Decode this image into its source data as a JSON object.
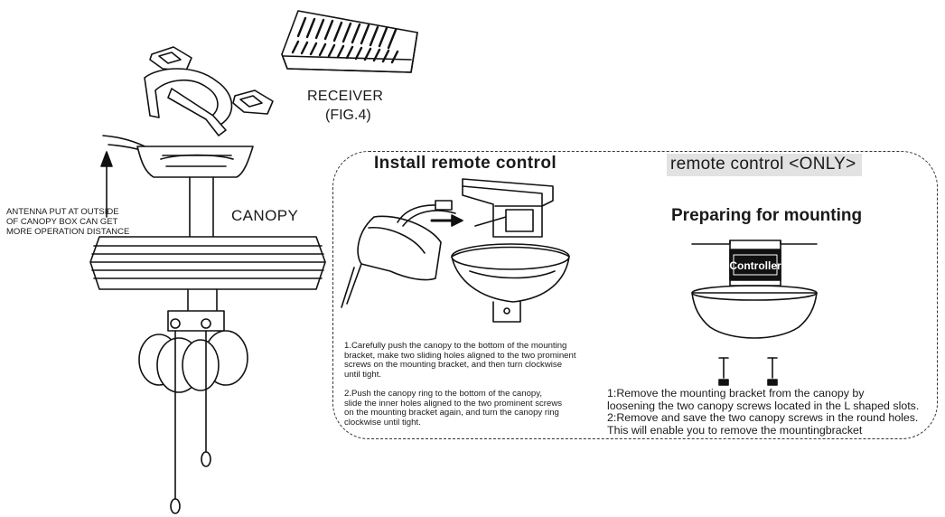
{
  "labels": {
    "receiver": "RECEIVER",
    "fig": "(FIG.4)",
    "canopy": "CANOPY",
    "antenna_note": "ANTENNA PUT  AT OUTSIDE OF CANOPY BOX CAN GET MORE OPERATION DISTANCE"
  },
  "install": {
    "title": "Install remote control",
    "step1": "1.Carefully push the canopy to the bottom of the mounting\nbracket, make two sliding holes aligned to the two prominent\nscrews on the mounting bracket, and then turn clockwise\nuntil tight.",
    "step2": "2.Push the canopy ring to the bottom of the canopy,\nslide the inner holes aligned to the two prominent screws\non the mounting bracket again, and turn the canopy ring\nclockwise until tight."
  },
  "remote_only": {
    "badge": "remote control <ONLY>",
    "prep_title": "Preparing for mounting",
    "controller_label": "Controller",
    "step1": "1:Remove the mounting bracket from the canopy by\n   loosening the two canopy screws located in the L shaped slots.",
    "step2": "2:Remove and save the two canopy screws in the round holes.\n   This will enable you to remove the mountingbracket"
  }
}
